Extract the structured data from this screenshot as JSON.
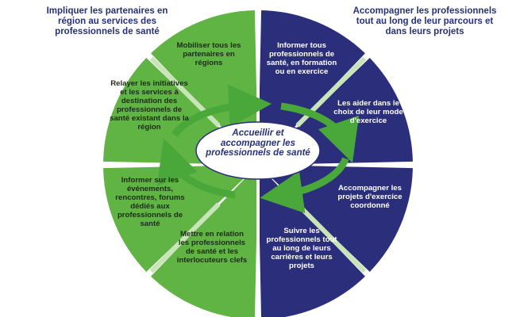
{
  "captions": {
    "left": "Impliquer les partenaires en région au services des professionnels de santé",
    "right": "Accompagner les professionnels tout au long de leur parcours et dans leurs projets"
  },
  "center": {
    "label": "Accueillir et accompagner les professionnels de santé"
  },
  "segments": [
    {
      "text": "Mobiliser tous les partenaires en régions",
      "color": "#5fb443",
      "side": "left"
    },
    {
      "text": "Relayer les initiatives et les services à destination des professionnels de santé existant dans la région",
      "color": "#5fb443",
      "side": "left"
    },
    {
      "text": "Informer sur les événements, rencontres, forums dédiés aux professionnels de santé",
      "color": "#5fb443",
      "side": "left"
    },
    {
      "text": "Mettre en relation les professionnels de santé et les interlocuteurs clefs",
      "color": "#5fb443",
      "side": "left"
    },
    {
      "text": "Informer tous professionnels de santé, en formation ou en exercice",
      "color": "#2b2e7a",
      "side": "right"
    },
    {
      "text": "Les aider dans le choix de leur mode d'exercice",
      "color": "#2b2e7a",
      "side": "right"
    },
    {
      "text": "Accompagner les projets d'exercice coordonné",
      "color": "#2b2e7a",
      "side": "right"
    },
    {
      "text": "Suivre les professionnels tout au long de leurs carrières et leurs projets",
      "color": "#2b2e7a",
      "side": "right"
    }
  ],
  "colors": {
    "green": "#5fb443",
    "navy": "#2b2e7a",
    "ring_green": "#4aa83a",
    "light_band": "#c8e4b8"
  }
}
